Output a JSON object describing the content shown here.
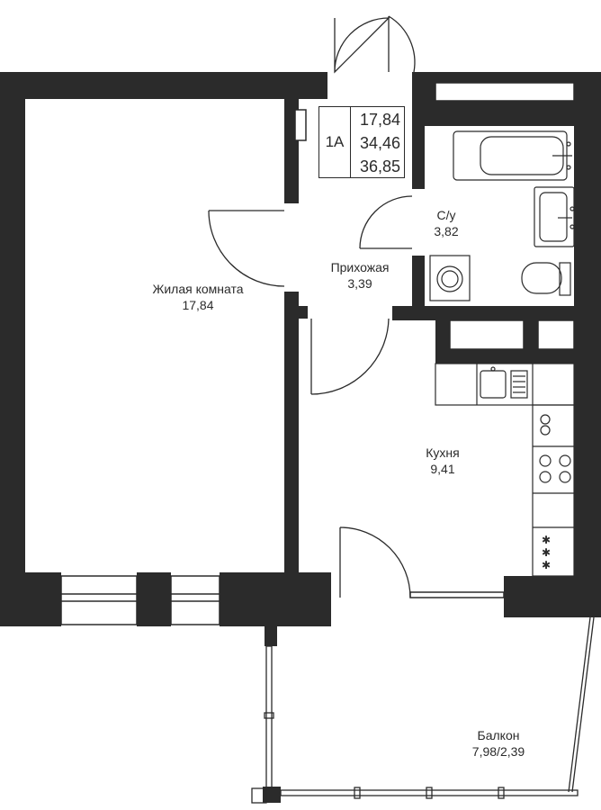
{
  "apartment": {
    "type": "1А",
    "areas": [
      "17,84",
      "34,46",
      "36,85"
    ]
  },
  "rooms": [
    {
      "name": "Жилая комната",
      "area": "17,84"
    },
    {
      "name": "Прихожая",
      "area": "3,39"
    },
    {
      "name": "С/у",
      "area": "3,82"
    },
    {
      "name": "Кухня",
      "area": "9,41"
    },
    {
      "name": "Балкон",
      "area": "7,98/2,39"
    }
  ],
  "colors": {
    "wall": "#2b2b2b",
    "line": "#3a3a3a",
    "background": "#ffffff"
  }
}
